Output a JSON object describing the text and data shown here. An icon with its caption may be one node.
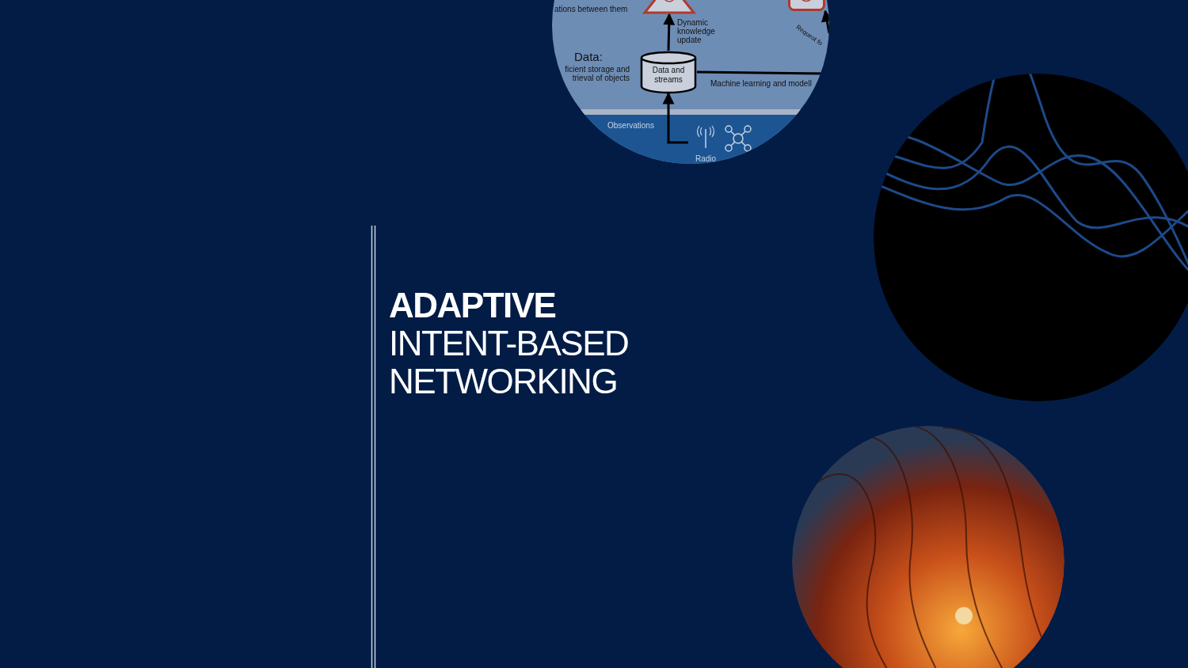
{
  "diagram": {
    "title": "**ADAPTIVE** INTENT-BASED NETWORKING",
    "nodes": [
      {
        "text": [],
        "shape": "triangle"
      },
      {
        "text": [],
        "shape": "box"
      },
      {
        "text": [
          "Data and streams"
        ]
      },
      {
        "text": [
          "Radio"
        ]
      }
    ],
    "edges": [
      {
        "from": 2,
        "to": 0,
        "arrow": "to",
        "label": "Dynamic knowledge update"
      },
      {
        "from": 3,
        "to": 2,
        "arrow": "to"
      },
      {
        "from": 2,
        "to": null,
        "arrow": "none",
        "label": "Machine learning and modell"
      },
      {
        "from": null,
        "to": 1,
        "arrow": "to",
        "label": "Request fo"
      }
    ],
    "labels": [
      "ations between them",
      "Data:",
      "ficient storage and trieval of objects",
      "Observations"
    ]
  }
}
